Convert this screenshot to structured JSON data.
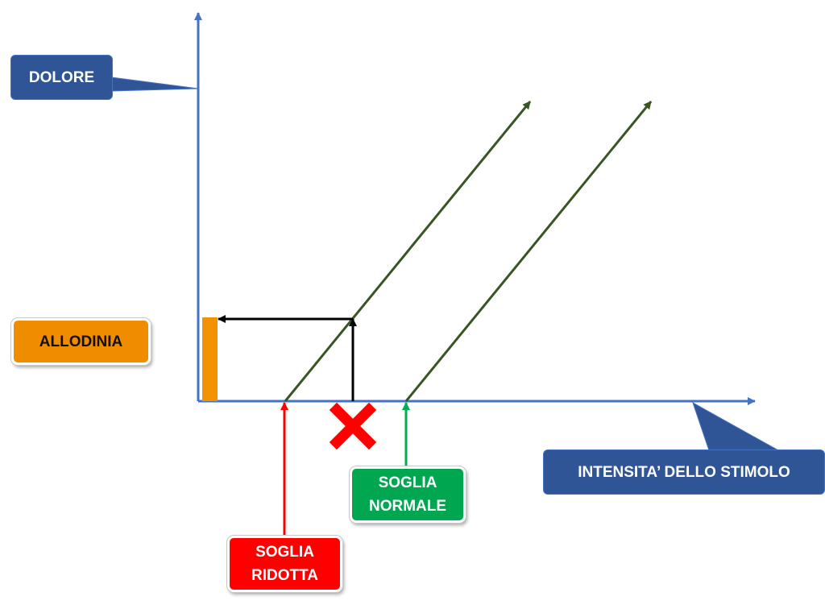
{
  "labels": {
    "y_axis": "DOLORE",
    "x_axis": "INTENSITA’ DELLO STIMOLO",
    "allodinia": "ALLODINIA",
    "soglia_normale": "SOGLIA\nNORMALE",
    "soglia_ridotta": "SOGLIA\nRIDOTTA"
  },
  "colors": {
    "axis": "#4472c4",
    "callout_fill": "#2f5597",
    "curves": "#375623",
    "allodinia": "#f08c00",
    "soglia_normale": "#00b050",
    "soglia_ridotta": "#ff0000",
    "reference_arrows": "#000000",
    "cross_mark": "#ff0000"
  },
  "icons": {
    "cross": "red-x-mark"
  }
}
